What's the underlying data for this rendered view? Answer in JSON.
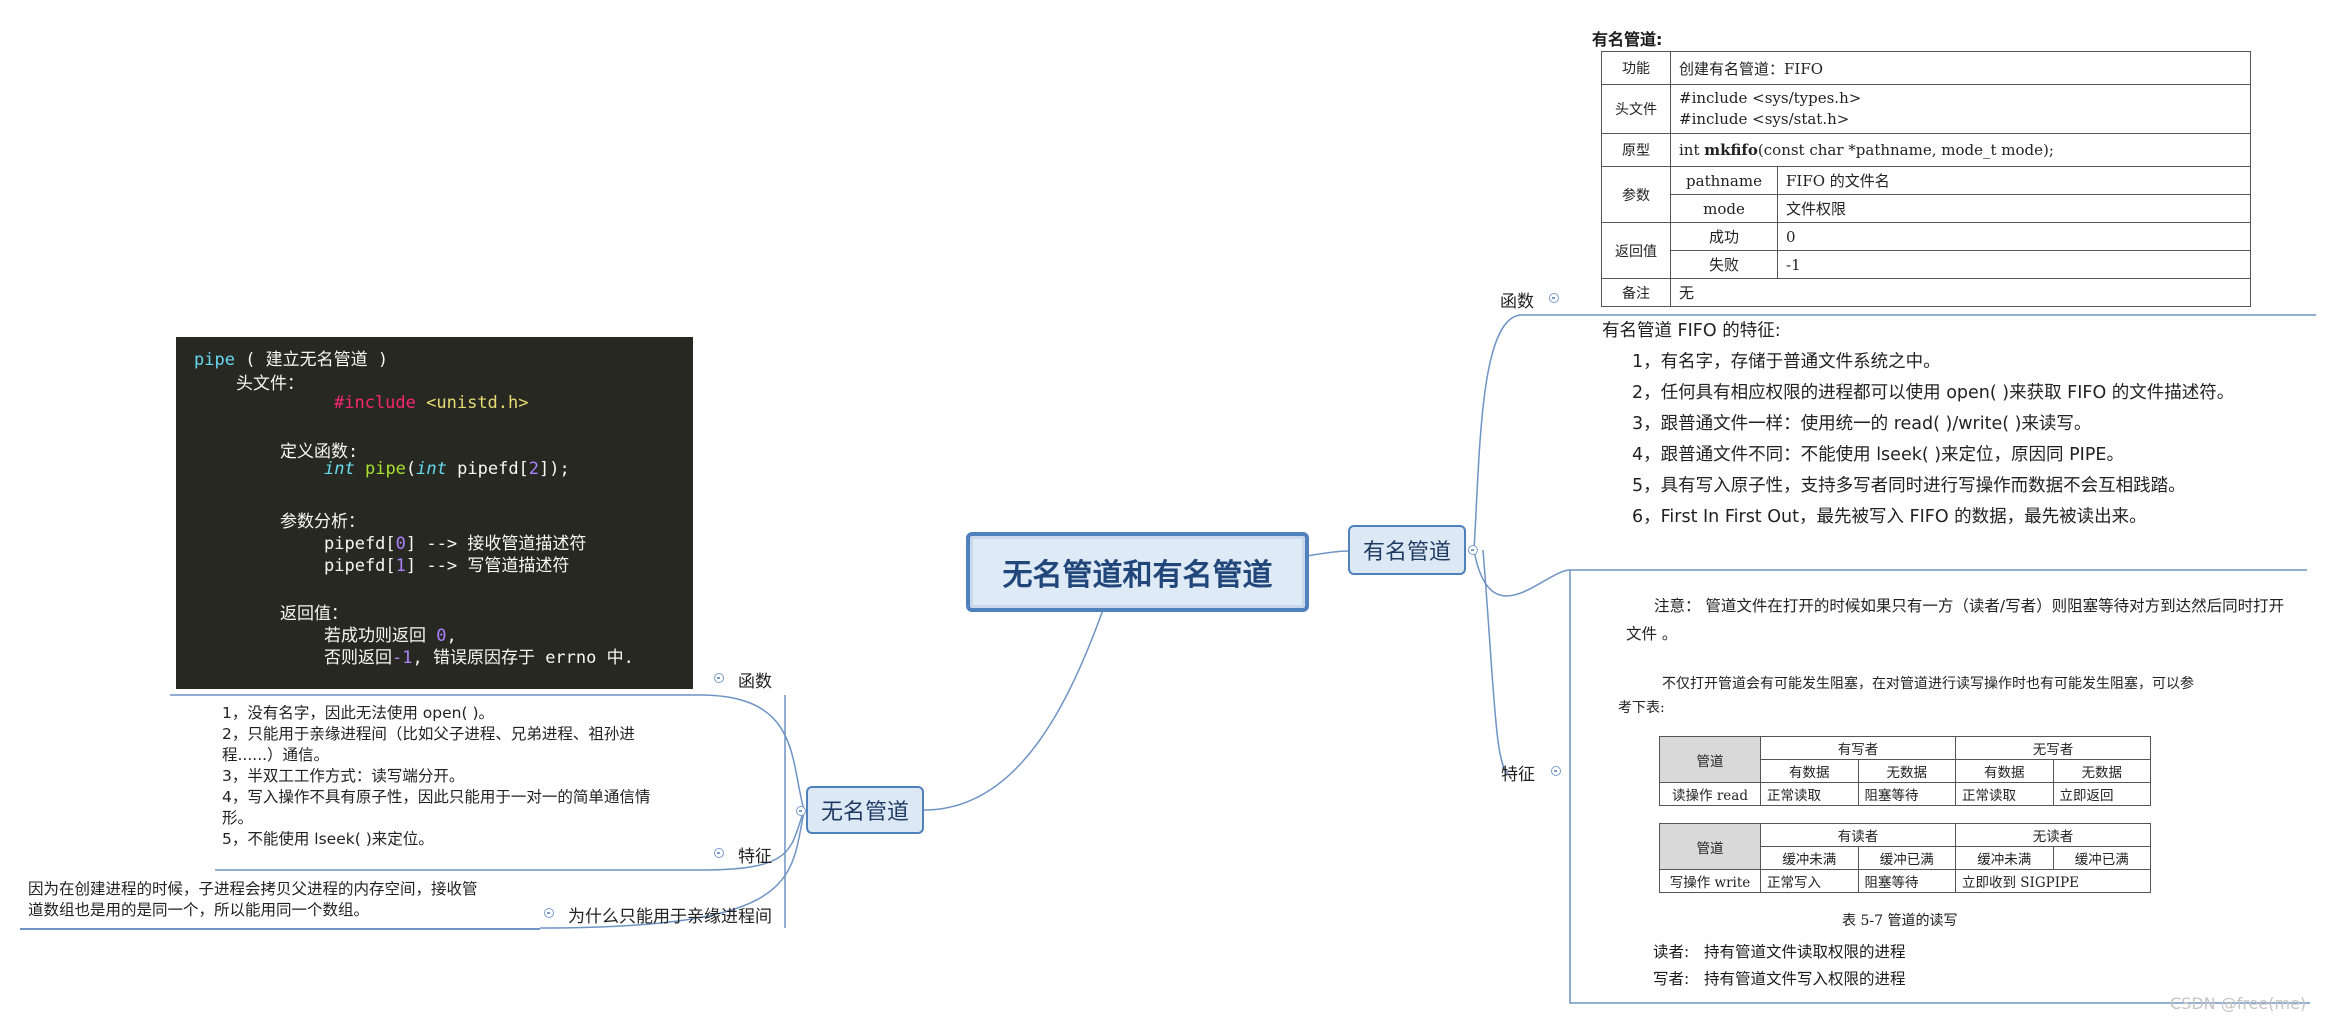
{
  "central": {
    "label": "无名管道和有名管道"
  },
  "unnamed": {
    "label": "无名管道",
    "functions_label": "函数",
    "features_label": "特征",
    "why_label": "为什么只能用于亲缘进程间",
    "code": {
      "title_fn": "pipe",
      "title_rest": "( 建立无名管道 )",
      "header_label": "头文件：",
      "include_directive": "#include",
      "include_file": "<unistd.h>",
      "define_label": "定义函数:",
      "sig_int1": "int",
      "sig_fn": "pipe",
      "sig_open": "(",
      "sig_int2": "int",
      "sig_param": "pipefd[",
      "sig_num": "2",
      "sig_close": "]);",
      "params_label": "参数分析：",
      "p0_a": "pipefd[",
      "p0_n": "0",
      "p0_b": "] --> 接收管道描述符",
      "p1_a": "pipefd[",
      "p1_n": "1",
      "p1_b": "] --> 写管道描述符",
      "ret_label": "返回值：",
      "ret_ok_a": "若成功则返回 ",
      "ret_ok_n": "0",
      "ret_ok_b": ",",
      "ret_err_a": "否则返回",
      "ret_err_n": "-1",
      "ret_err_b": ", 错误原因存于 errno 中."
    },
    "features": [
      "1，没有名字，因此无法使用 open( )。",
      "2，只能用于亲缘进程间（比如父子进程、兄弟进程、祖孙进",
      "程......）通信。",
      "3，半双工工作方式：读写端分开。",
      "4，写入操作不具有原子性，因此只能用于一对一的简单通信情",
      "形。",
      "5，不能使用 lseek( )来定位。"
    ],
    "why": [
      "因为在创建进程的时候，子进程会拷贝父进程的内存空间，接收管",
      "道数组也是用的是同一个，所以能用同一个数组。"
    ]
  },
  "named": {
    "label": "有名管道",
    "functions_label": "函数",
    "features_label": "特征",
    "table_title": "有名管道:",
    "table": {
      "func_k": "功能",
      "func_v": "创建有名管道：FIFO",
      "hdr_k": "头文件",
      "hdr_v1": "#include <sys/types.h>",
      "hdr_v2": "#include <sys/stat.h>",
      "proto_k": "原型",
      "proto_a": "int ",
      "proto_b": "mkfifo",
      "proto_c": "(const char *pathname, mode_t mode);",
      "param_k": "参数",
      "param1_n": "pathname",
      "param1_d": "FIFO 的文件名",
      "param2_n": "mode",
      "param2_d": "文件权限",
      "ret_k": "返回值",
      "ret1_n": "成功",
      "ret1_d": "0",
      "ret2_n": "失败",
      "ret2_d": "-1",
      "note_k": "备注",
      "note_v": "无"
    },
    "fifo_title": "有名管道 FIFO 的特征:",
    "fifo_features": [
      "1，有名字，存储于普通文件系统之中。",
      "2，任何具有相应权限的进程都可以使用 open( )来获取 FIFO 的文件描述符。",
      "3，跟普通文件一样：使用统一的 read( )/write( )来读写。",
      "4，跟普通文件不同：不能使用 lseek( )来定位，原因同 PIPE。",
      "5，具有写入原子性，支持多写者同时进行写操作而数据不会互相践踏。",
      "6，First In First Out，最先被写入 FIFO 的数据，最先被读出来。"
    ],
    "attention_1": "注意： 管道文件在打开的时候如果只有一方（读者/写者）则阻塞等待对方到达然后同时打开",
    "attention_2": "文件 。",
    "block_1": "不仅打开管道会有可能发生阻塞，在对管道进行读写操作时也有可能发生阻塞，可以参",
    "block_2": "考下表:",
    "read_table": {
      "pipe": "管道",
      "has_writer": "有写者",
      "no_writer": "无写者",
      "has_data": "有数据",
      "no_data": "无数据",
      "row_label": "读操作 read",
      "cells": [
        "正常读取",
        "阻塞等待",
        "正常读取",
        "立即返回"
      ]
    },
    "write_table": {
      "pipe": "管道",
      "has_reader": "有读者",
      "no_reader": "无读者",
      "not_full": "缓冲未满",
      "full": "缓冲已满",
      "row_label": "写操作 write",
      "cells": [
        "正常写入",
        "阻塞等待",
        "立即收到 SIGPIPE"
      ]
    },
    "caption": "表 5-7  管道的读写",
    "reader_note": "读者:   持有管道文件读取权限的进程",
    "writer_note": "写者:   持有管道文件写入权限的进程"
  },
  "watermark": "CSDN @free(me)",
  "colors": {
    "link": "#6f94c4",
    "topic_border": "#4f81bd",
    "topic_fill": "#dde8f5",
    "code_bg": "#272822"
  }
}
